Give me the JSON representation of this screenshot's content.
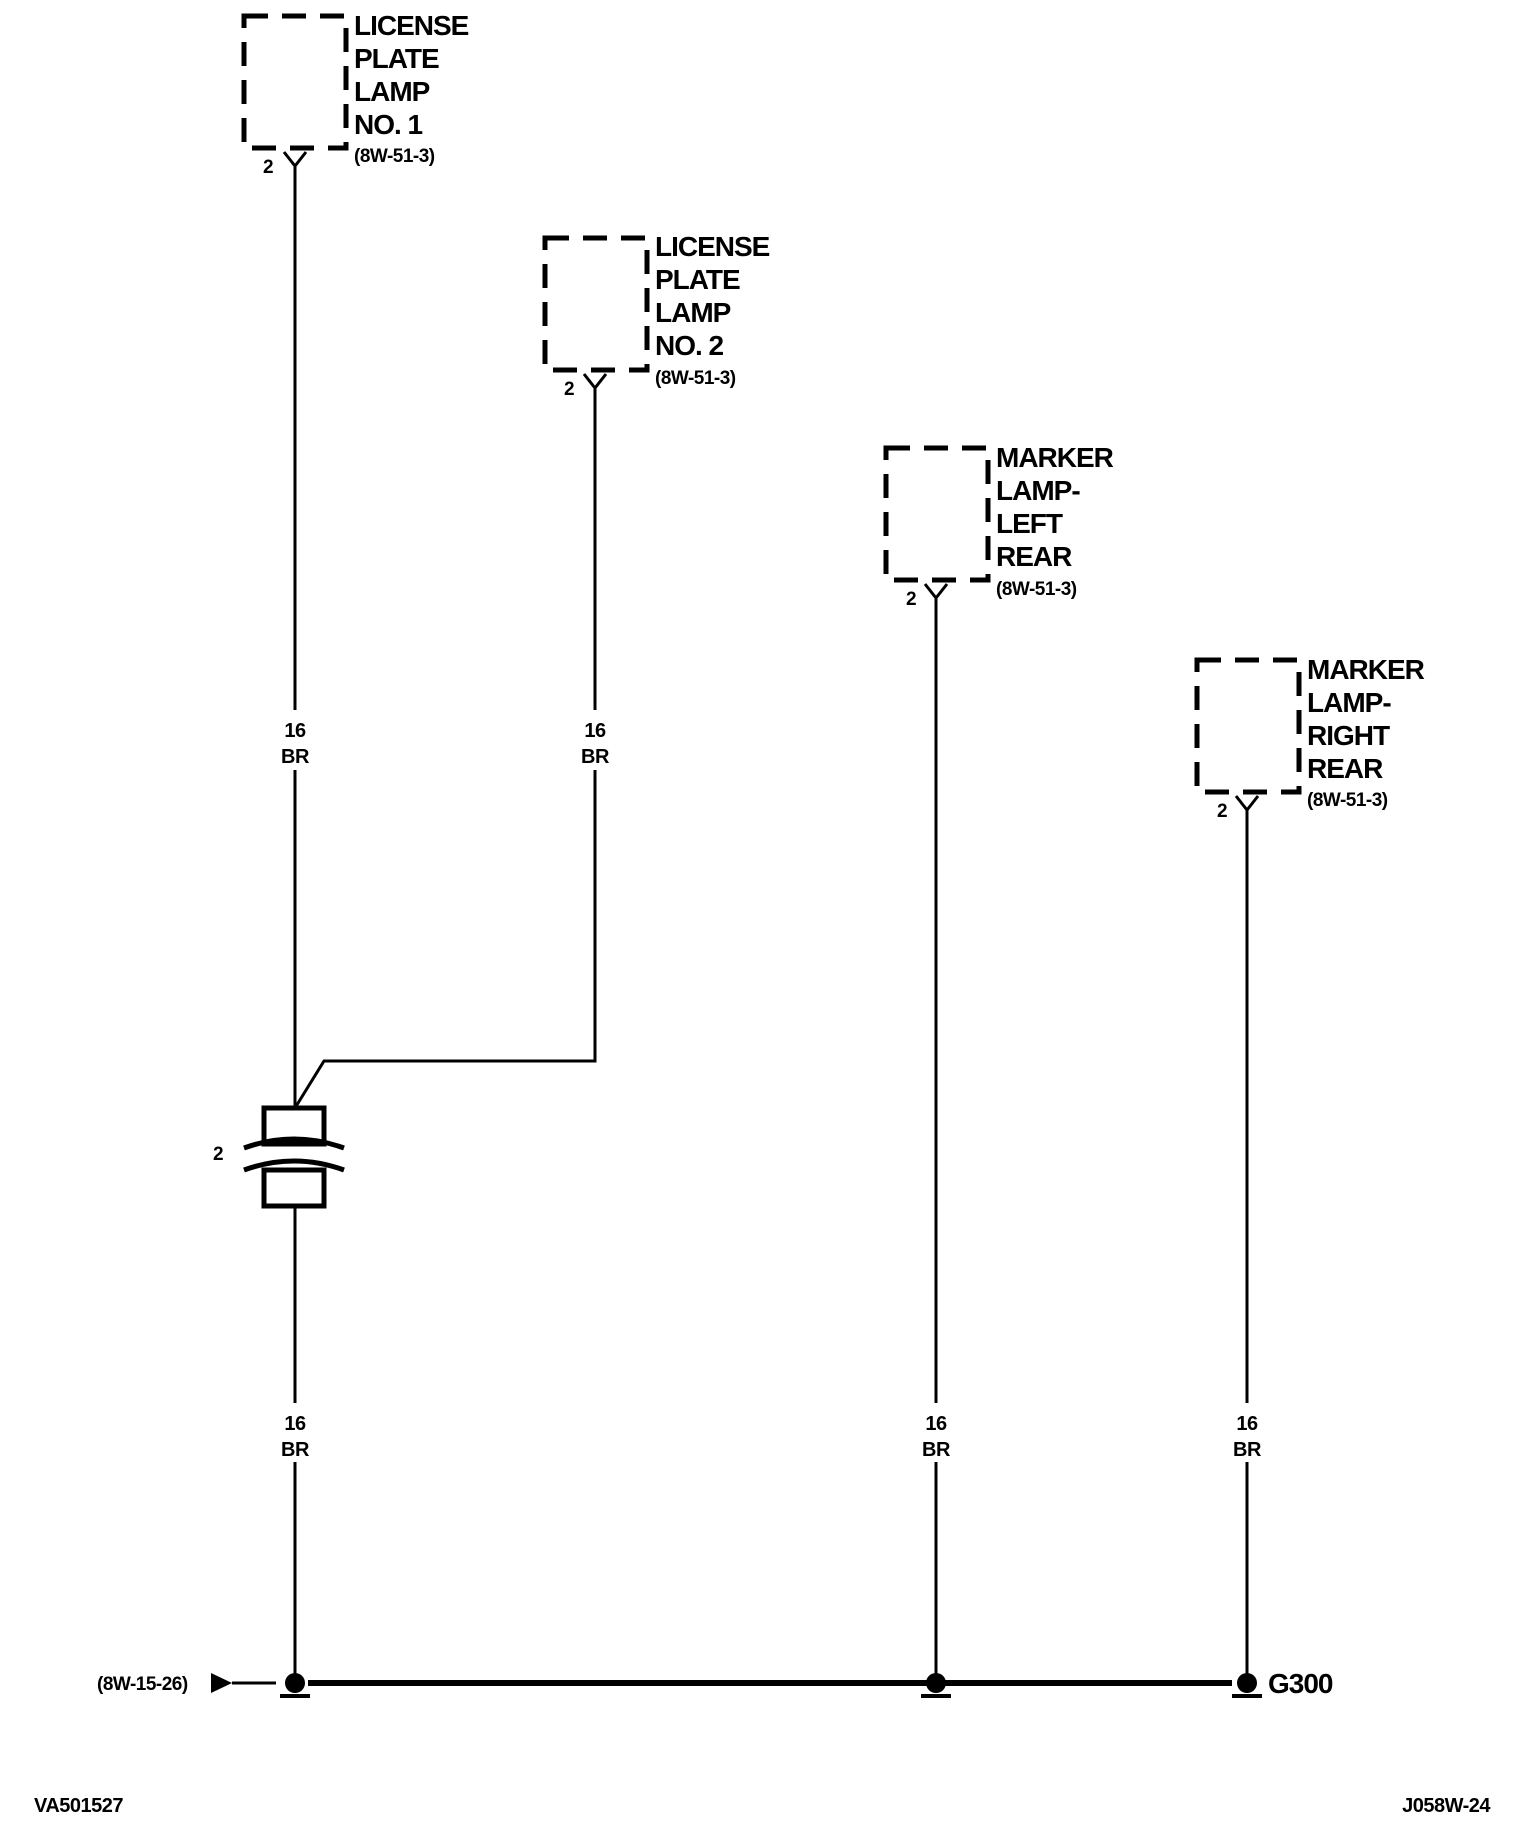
{
  "components": [
    {
      "id": "lp1",
      "lines": [
        "LICENSE",
        "PLATE",
        "LAMP",
        "NO. 1"
      ],
      "ref": "(8W-51-3)",
      "pin": "2"
    },
    {
      "id": "lp2",
      "lines": [
        "LICENSE",
        "PLATE",
        "LAMP",
        "NO. 2"
      ],
      "ref": "(8W-51-3)",
      "pin": "2"
    },
    {
      "id": "mlr",
      "lines": [
        "MARKER",
        "LAMP-",
        "LEFT",
        "REAR"
      ],
      "ref": "(8W-51-3)",
      "pin": "2"
    },
    {
      "id": "mrr",
      "lines": [
        "MARKER",
        "LAMP-",
        "RIGHT",
        "REAR"
      ],
      "ref": "(8W-51-3)",
      "pin": "2"
    }
  ],
  "wires": [
    {
      "gauge": "16",
      "color": "BR"
    },
    {
      "gauge": "16",
      "color": "BR"
    },
    {
      "gauge": "16",
      "color": "BR"
    },
    {
      "gauge": "16",
      "color": "BR"
    },
    {
      "gauge": "16",
      "color": "BR"
    }
  ],
  "splice": {
    "pin": "2"
  },
  "ground": {
    "label": "G300",
    "ref": "(8W-15-26)"
  },
  "footer": {
    "left": "VA501527",
    "right": "J058W-24"
  }
}
